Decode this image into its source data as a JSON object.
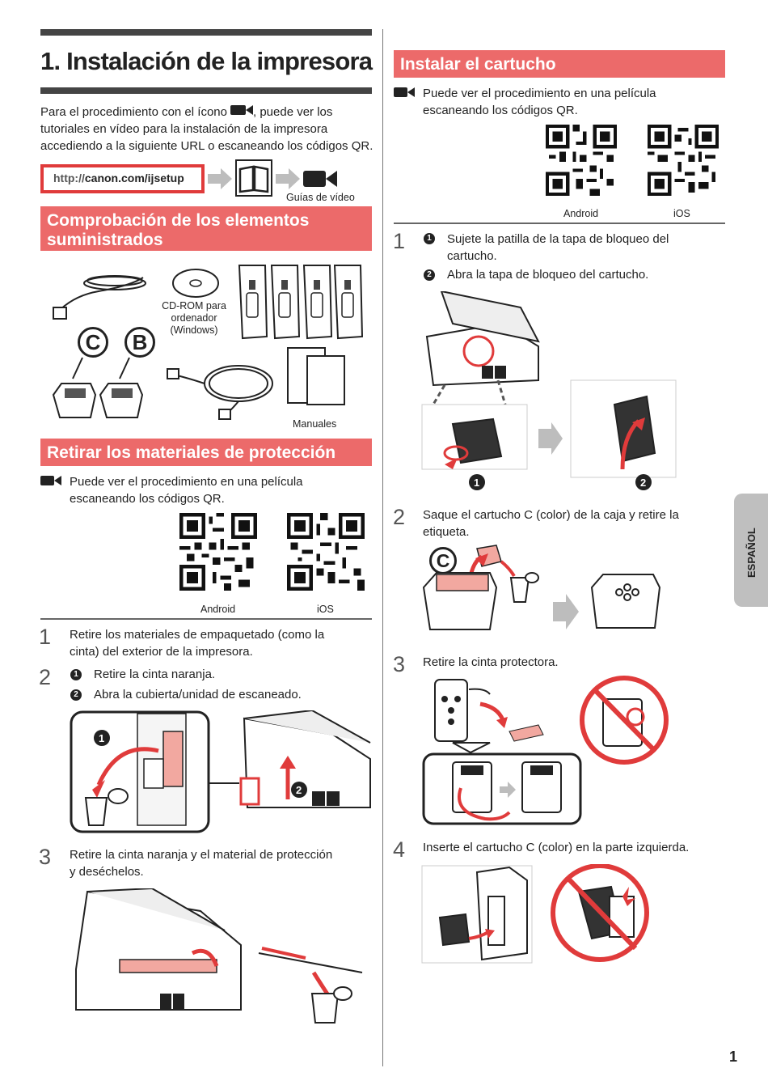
{
  "title": "1. Instalación de la impresora",
  "intro": {
    "line1_a": "Para el procedimiento con el ícono",
    "line1_b": ", puede ver los",
    "line2": "tutoriales en vídeo para la instalación de la impresora",
    "line3": "accediendo a la siguiente URL o escaneando los códigos QR."
  },
  "url": {
    "proto": "http://",
    "host": "canon.com/ijsetup"
  },
  "video_guides_label": "Guías de vídeo",
  "section_check": {
    "line1": "Comprobación de los elementos",
    "line2": "suministrados"
  },
  "items": {
    "cdrom_l1": "CD-ROM para",
    "cdrom_l2": "ordenador",
    "cdrom_l3": "(Windows)",
    "manuals": "Manuales",
    "cart_c": "C",
    "cart_b": "B"
  },
  "section_remove": {
    "title": "Retirar los materiales de protección"
  },
  "qr_note_left": {
    "line1": "Puede ver el procedimiento en una película",
    "line2": "escaneando los códigos QR."
  },
  "qr_left": {
    "android": "Android",
    "ios": "iOS"
  },
  "left_steps": {
    "s1_num": "1",
    "s1_l1": "Retire los materiales de empaquetado (como la",
    "s1_l2": "cinta) del exterior de la impresora.",
    "s2_num": "2",
    "s2_b1": "Retire la cinta naranja.",
    "s2_b2": "Abra la cubierta/unidad de escaneado.",
    "s3_num": "3",
    "s3_l1": "Retire la cinta naranja y el material de protección",
    "s3_l2": "y deséchelos."
  },
  "section_install": {
    "title": "Instalar el cartucho"
  },
  "qr_note_right": {
    "line1": "Puede ver el procedimiento en una película",
    "line2": "escaneando los códigos QR."
  },
  "qr_right": {
    "android": "Android",
    "ios": "iOS"
  },
  "right_steps": {
    "s1_num": "1",
    "s1_b1_l1": "Sujete la patilla de la tapa de bloqueo del",
    "s1_b1_l2": "cartucho.",
    "s1_b2": "Abra la tapa de bloqueo del cartucho.",
    "s2_num": "2",
    "s2_l1": "Saque el cartucho C (color) de la caja y retire la",
    "s2_l2": "etiqueta.",
    "s3_num": "3",
    "s3_l1": "Retire la cinta protectora.",
    "s4_num": "4",
    "s4_l1": "Inserte el cartucho C (color) en la parte izquierda.",
    "cart_c": "C"
  },
  "bullets": {
    "one": "1",
    "two": "2"
  },
  "side_tab": "ESPAÑOL",
  "page_number": "1",
  "colors": {
    "accent": "#ec6a6a",
    "url_border": "#e03b3b",
    "tab": "#bfbfbf",
    "rule": "#444444"
  }
}
